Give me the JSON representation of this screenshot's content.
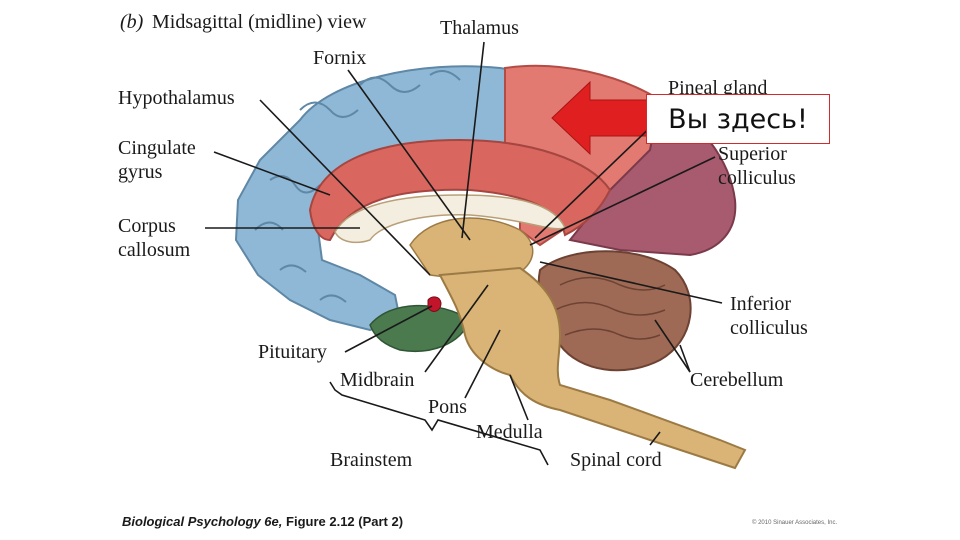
{
  "header": {
    "part": "(b)",
    "view_title": "Midsagittal (midline) view"
  },
  "labels": {
    "thalamus": "Thalamus",
    "fornix": "Fornix",
    "hypothalamus": "Hypothalamus",
    "pineal_gland": "Pineal gland",
    "cingulate_gyrus_1": "Cingulate",
    "cingulate_gyrus_2": "gyrus",
    "corpus_callosum_1": "Corpus",
    "corpus_callosum_2": "callosum",
    "superior_colliculus_1": "Superior",
    "superior_colliculus_2": "colliculus",
    "inferior_colliculus_1": "Inferior",
    "inferior_colliculus_2": "colliculus",
    "pituitary": "Pituitary",
    "midbrain": "Midbrain",
    "pons": "Pons",
    "medulla": "Medulla",
    "cerebellum": "Cerebellum",
    "brainstem": "Brainstem",
    "spinal_cord": "Spinal cord"
  },
  "callout": {
    "text": "Вы здесь!"
  },
  "footer": {
    "book": "Biological Psychology 6e,",
    "figure": "Figure 2.12 (Part 2)",
    "copyright": "© 2010 Sinauer Associates, Inc."
  },
  "colors": {
    "cortex_blue": "#8fb8d6",
    "cortex_red": "#d9675f",
    "occipital_purple": "#a85a6e",
    "brainstem_tan": "#d9b476",
    "cerebellum_brown": "#9e6a55",
    "limbic_green": "#4a7a4e",
    "arrow_red": "#e02020"
  }
}
